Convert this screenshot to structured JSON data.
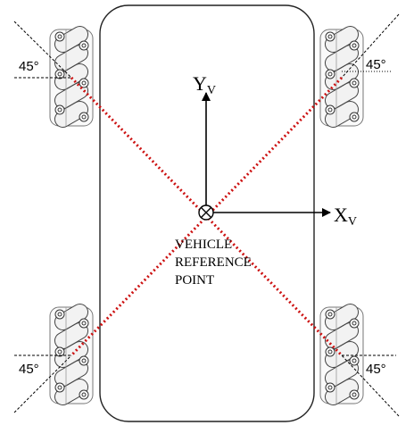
{
  "axes": {
    "x_label": "X",
    "x_subscript": "V",
    "y_label": "Y",
    "y_subscript": "V"
  },
  "origin_label": {
    "line1": "VEHICLE",
    "line2": "REFERENCE",
    "line3": "POINT"
  },
  "angles": {
    "top_left": "45°",
    "top_right": "45°",
    "bottom_left": "45°",
    "bottom_right": "45°"
  },
  "colors": {
    "diagonal": "#cc1111",
    "outline": "#222222"
  },
  "icons": [
    "mecanum-wheel-icon",
    "reference-point-icon"
  ]
}
